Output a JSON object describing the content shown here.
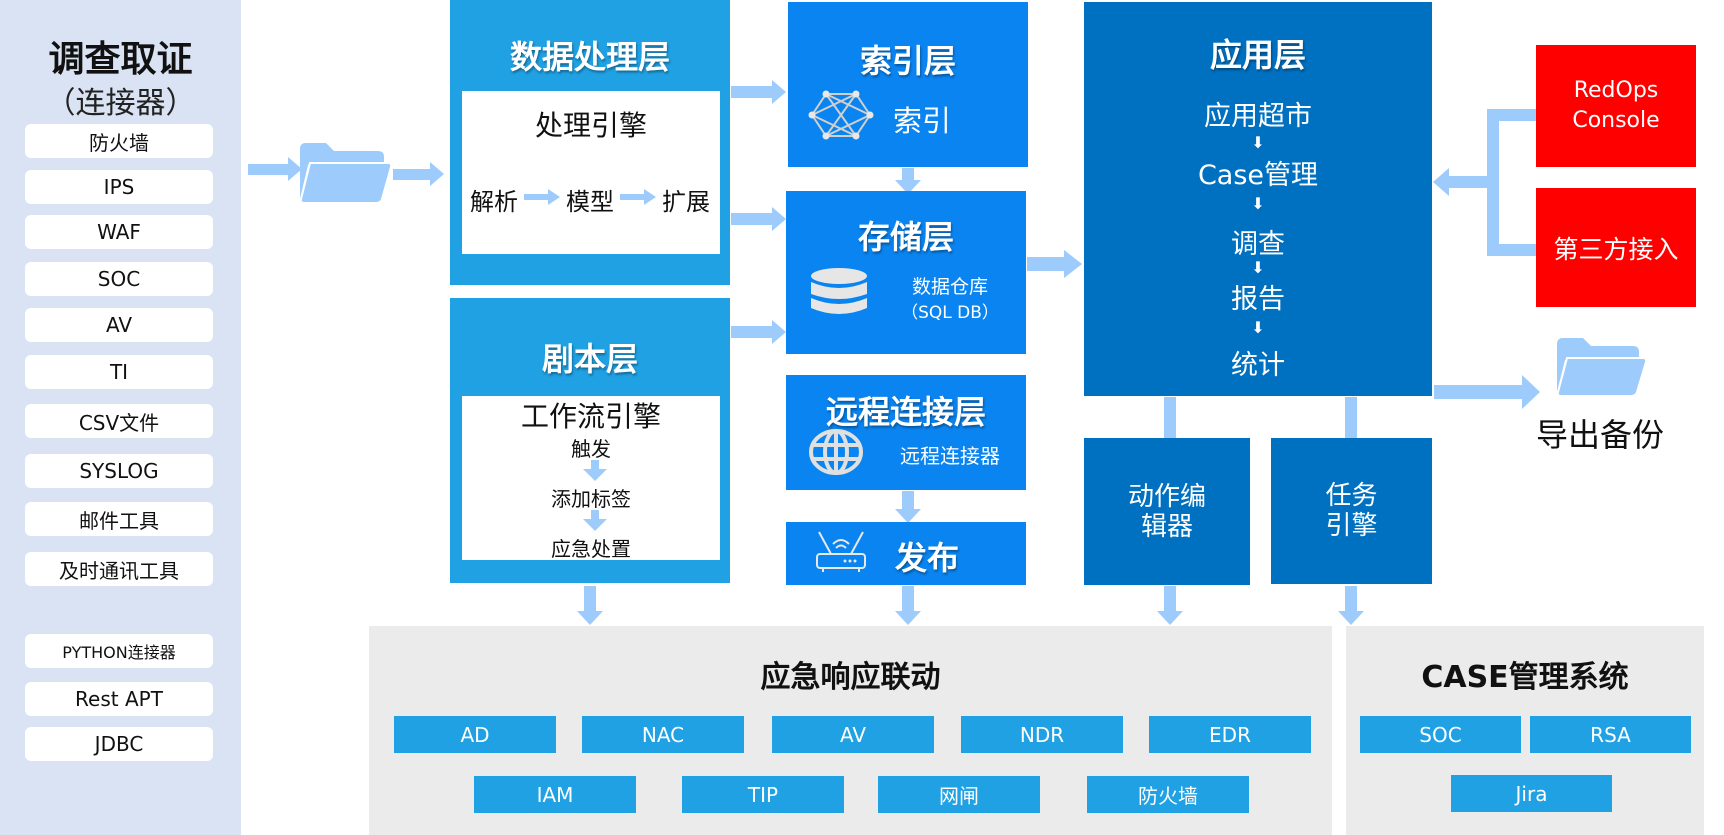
{
  "sidebar": {
    "title": "调查取证",
    "subtitle": "（连接器）",
    "items": [
      "防火墙",
      "IPS",
      "WAF",
      "SOC",
      "AV",
      "TI",
      "CSV文件",
      "SYSLOG",
      "邮件工具",
      "及时通讯工具"
    ],
    "extra_items": [
      "PYTHON连接器",
      "Rest  APT",
      "JDBC"
    ]
  },
  "data_processing": {
    "title": "数据处理层",
    "engine": "处理引擎",
    "steps": [
      "解析",
      "模型",
      "扩展"
    ]
  },
  "script_layer": {
    "title": "剧本层",
    "engine": "工作流引擎",
    "steps": [
      "触发",
      "添加标签",
      "应急处置"
    ]
  },
  "index_layer": {
    "title": "索引层",
    "label": "索引",
    "icon": "network-icon"
  },
  "storage_layer": {
    "title": "存储层",
    "label_line1": "数据仓库",
    "label_line2": "（SQL  DB）",
    "icon": "database-icon"
  },
  "remote_layer": {
    "title": "远程连接层",
    "label": "远程连接器",
    "icon": "globe-icon"
  },
  "publish": {
    "title": "发布",
    "icon": "router-icon"
  },
  "app_layer": {
    "title": "应用层",
    "items": [
      "应用超市",
      "Case管理",
      "调查",
      "报告",
      "统计"
    ],
    "arrow_glyph": "⬇"
  },
  "action_editor": {
    "line1": "动作编",
    "line2": "辑器"
  },
  "task_engine": {
    "line1": "任务",
    "line2": "引擎"
  },
  "external": {
    "redops_line1": "RedOps",
    "redops_line2": "Console",
    "third_party": "第三方接入"
  },
  "export": {
    "label": "导出备份",
    "icon": "folder-icon"
  },
  "emergency": {
    "title": "应急响应联动",
    "row1": [
      "AD",
      "NAC",
      "AV",
      "NDR",
      "EDR"
    ],
    "row2": [
      "IAM",
      "TIP",
      "网闸",
      "防火墙"
    ]
  },
  "case_system": {
    "title": "CASE管理系统",
    "row1": [
      "SOC",
      "RSA"
    ],
    "row2": [
      "Jira"
    ]
  },
  "colors": {
    "sidebar_bg": "#dae3f3",
    "layer_blue": "#1fa1e4",
    "layer_bright_blue": "#0a84f0",
    "app_blue": "#0070c0",
    "external_red": "#ff0000",
    "arrow_light_blue": "#9dcbfb",
    "panel_gray": "#ebebeb"
  }
}
